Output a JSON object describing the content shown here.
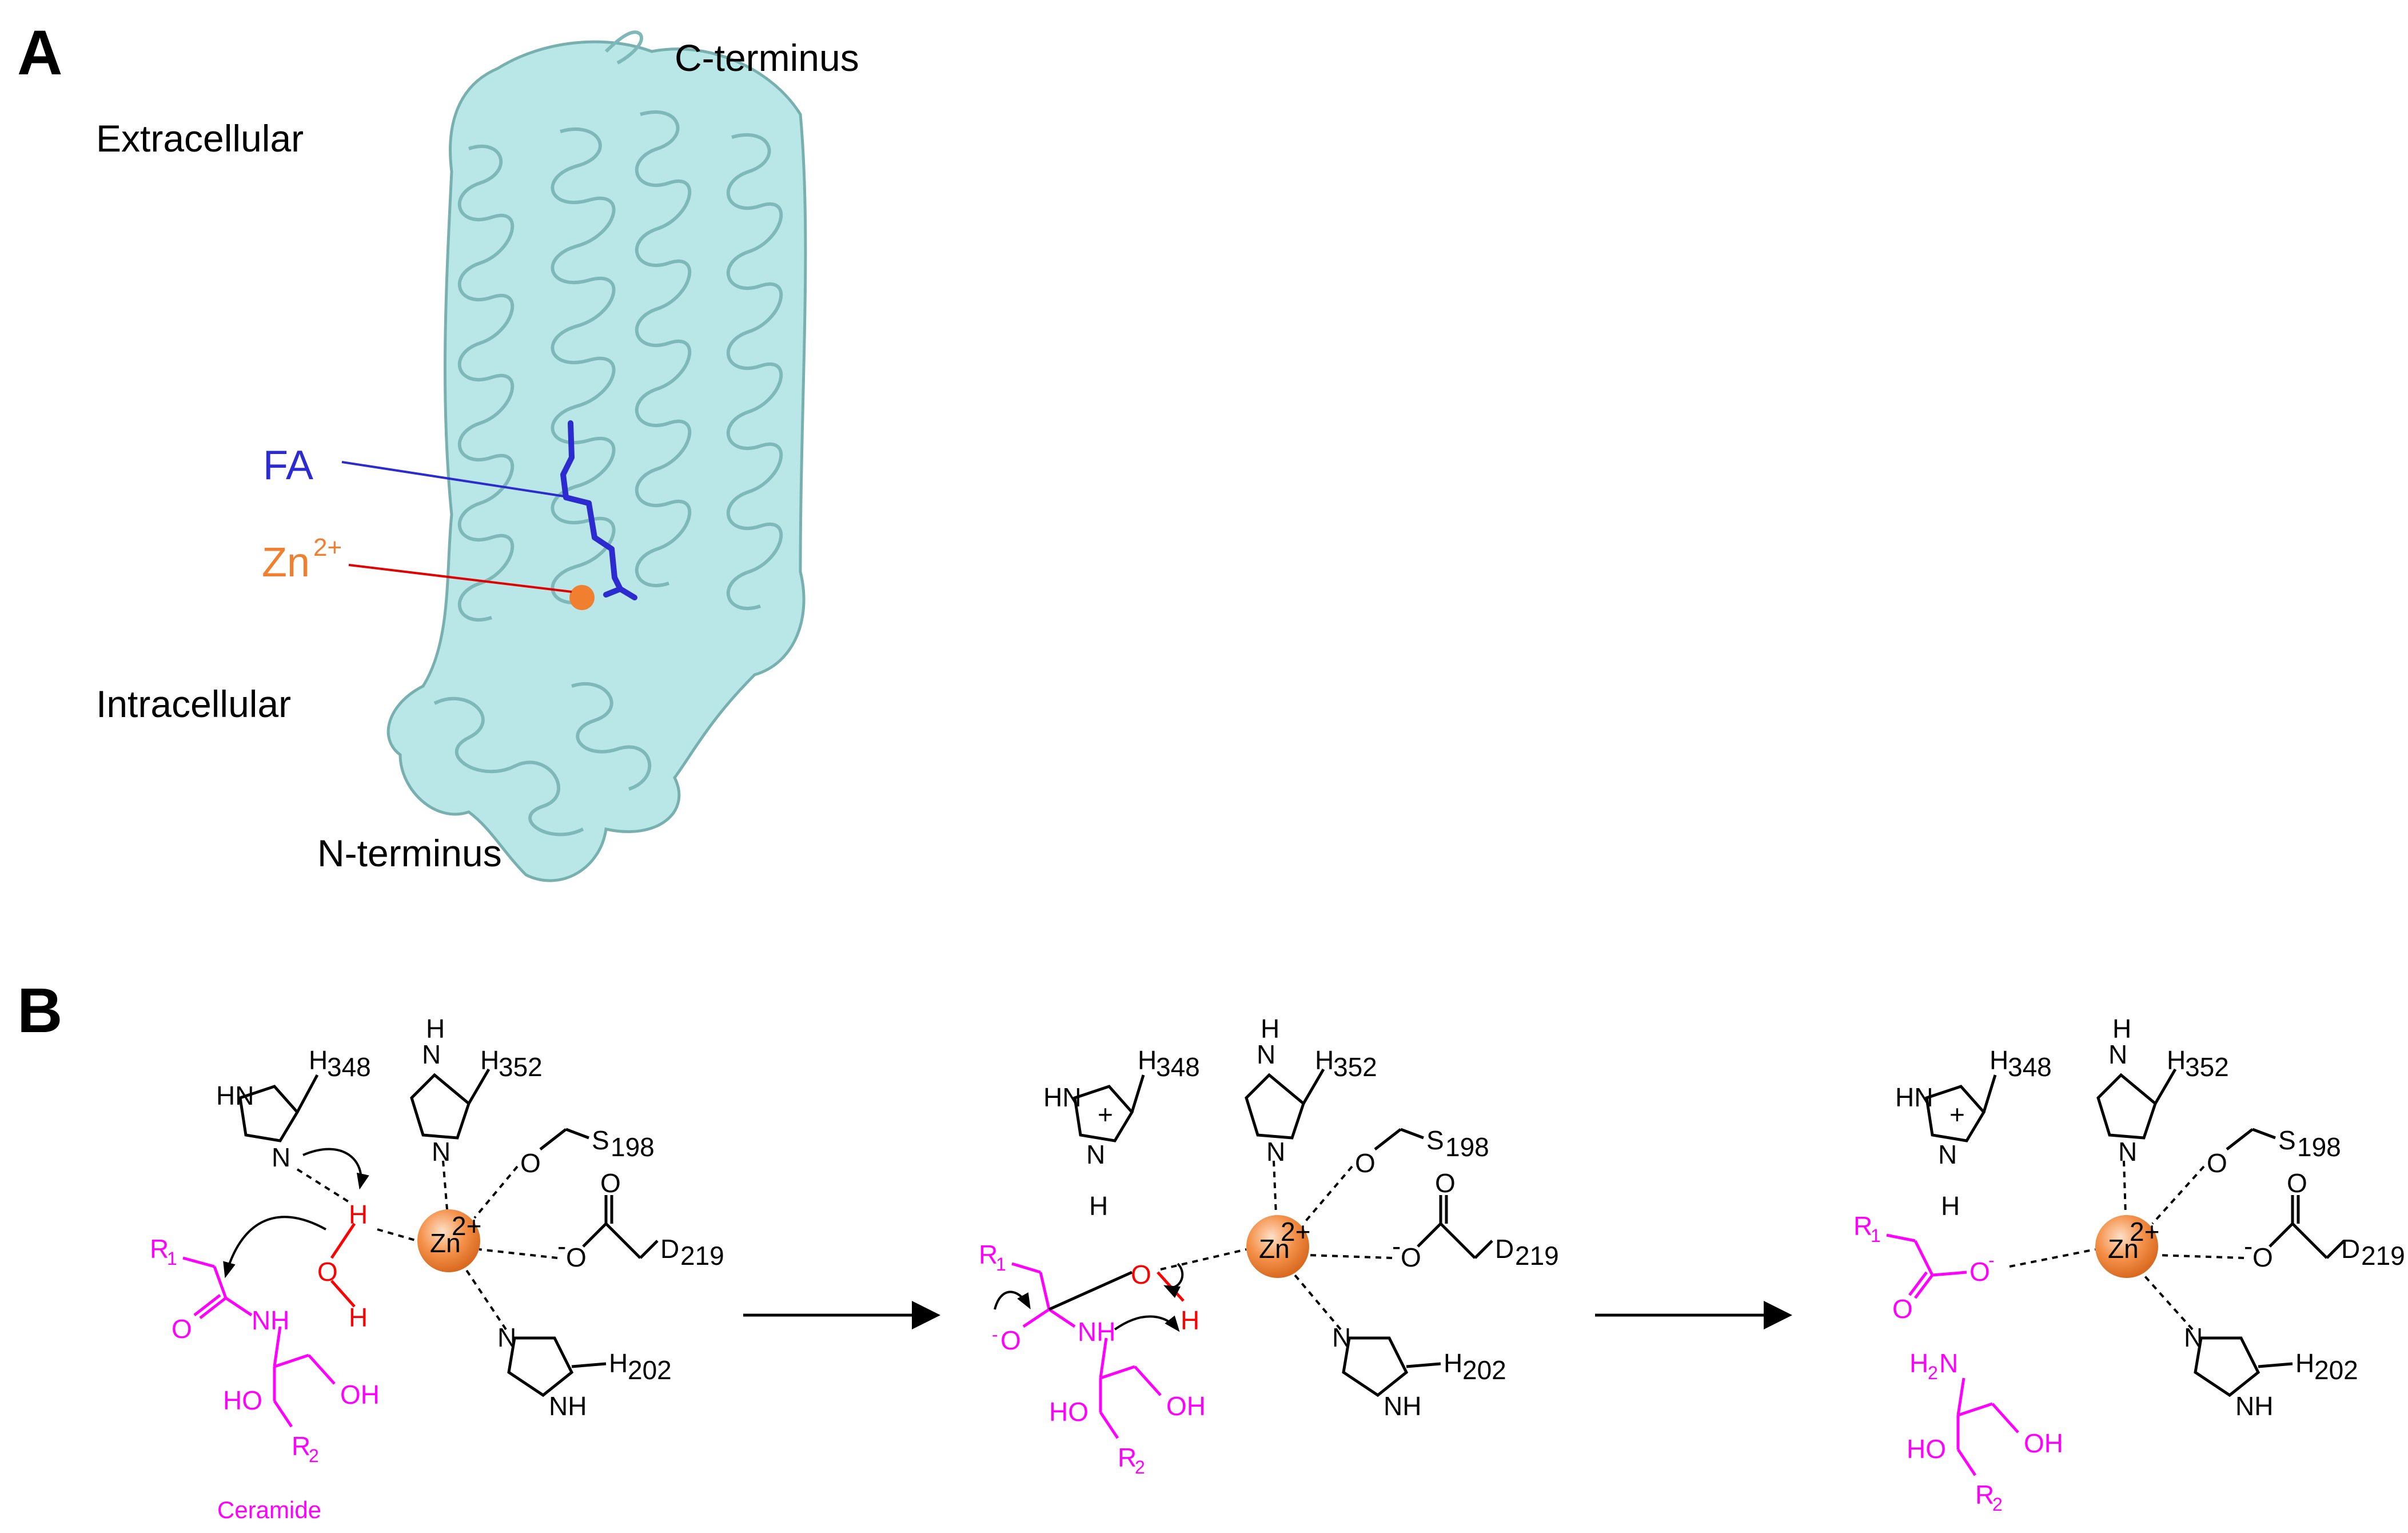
{
  "panelA": {
    "letter": "A",
    "labels": {
      "c_terminus": "C-terminus",
      "extracellular": "Extracellular",
      "fa": "FA",
      "zn_base": "Zn",
      "zn_sup": "2+",
      "intracellular": "Intracellular",
      "n_terminus": "N-terminus"
    },
    "colors": {
      "protein": "#b9e6e6",
      "protein_edge": "#78b0b0",
      "fa": "#2b2bd0",
      "zn": "#f07f30",
      "zn_line": "#e00000"
    }
  },
  "panelB": {
    "letter": "B",
    "residues": {
      "h348": "H",
      "h348_sub": "348",
      "h352": "H",
      "h352_sub": "352",
      "s198": "S",
      "s198_sub": "198",
      "d219": "D",
      "d219_sub": "219",
      "h202": "H",
      "h202_sub": "202"
    },
    "atoms": {
      "HN": "HN",
      "N": "N",
      "H": "H",
      "O": "O",
      "OH": "OH",
      "HO": "HO",
      "NH": "NH",
      "H2N": "H",
      "H2N_sub": "2",
      "H2N_n": "N",
      "plus": "+",
      "minus": "-",
      "R1": "R",
      "R1_sub": "1",
      "R2": "R",
      "R2_sub": "2",
      "Zn": "Zn",
      "Zn_sup": "2+"
    },
    "ceramide_label": "Ceramide",
    "colors": {
      "substrate": "#ff00ff",
      "water": "#ff0000",
      "zn_ball": "#f5914a"
    }
  }
}
